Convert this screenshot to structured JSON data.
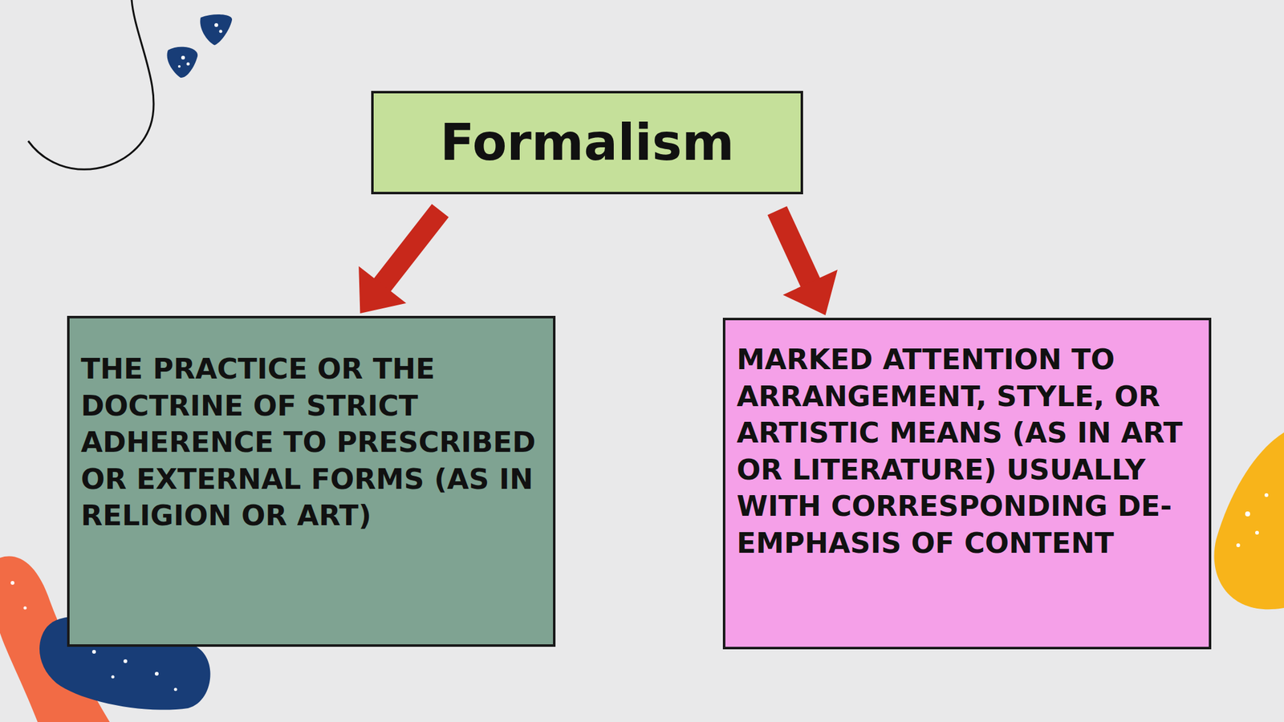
{
  "diagram": {
    "nodes": [
      {
        "text": [
          "Formalism"
        ]
      },
      {
        "text": [
          "THE PRACTICE OR THE DOCTRINE OF STRICT ADHERENCE TO PRESCRIBED OR EXTERNAL FORMS (AS IN RELIGION OR ART)"
        ]
      },
      {
        "text": [
          "MARKED ATTENTION TO ARRANGEMENT, STYLE, OR ARTISTIC MEANS (AS IN ART OR LITERATURE) USUALLY WITH CORRESPONDING DE-EMPHASIS OF CONTENT"
        ]
      }
    ],
    "edges": [
      {
        "from": 0,
        "to": 1,
        "arrow": "to"
      },
      {
        "from": 0,
        "to": 2,
        "arrow": "to"
      }
    ]
  }
}
